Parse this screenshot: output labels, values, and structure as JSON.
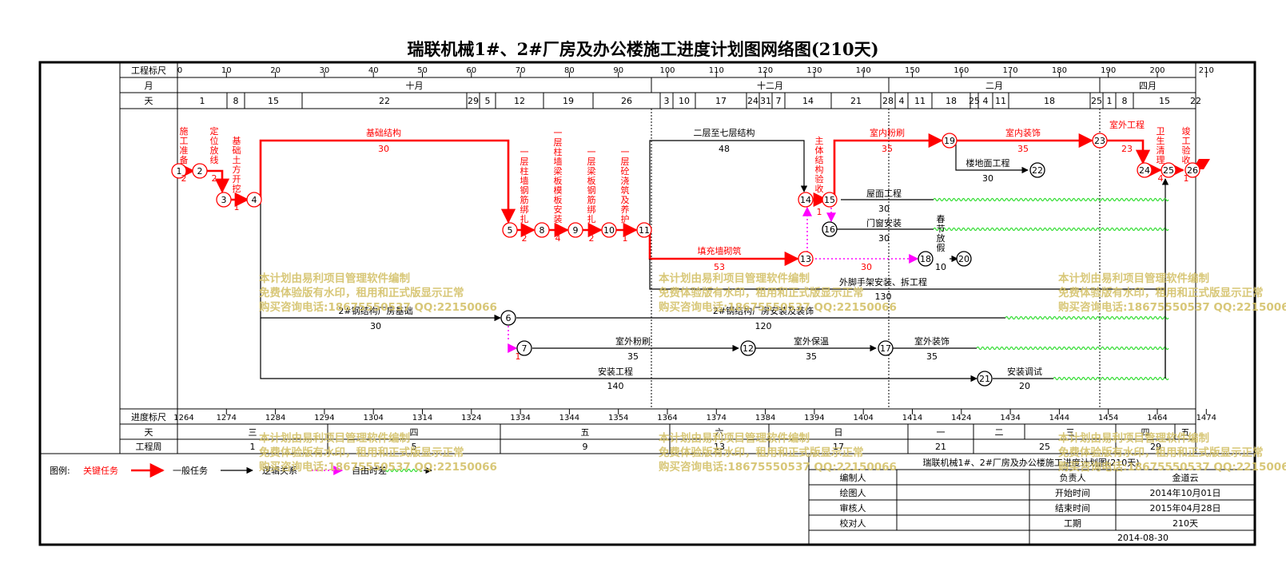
{
  "title": "瑞联机械1#、2#厂房及办公楼施工进度计划图网络图(210天)",
  "top_scale": {
    "label": "工程标尺",
    "ticks": [
      "0",
      "10",
      "20",
      "30",
      "40",
      "50",
      "60",
      "70",
      "80",
      "90",
      "100",
      "110",
      "120",
      "130",
      "140",
      "150",
      "160",
      "170",
      "180",
      "190",
      "200",
      "210"
    ]
  },
  "month_row": {
    "label": "月",
    "months": [
      "十月",
      "十二月",
      "二月",
      "四月"
    ]
  },
  "day_row": {
    "label": "天",
    "days": [
      "1",
      "8",
      "15",
      "22",
      "29",
      "5",
      "12",
      "19",
      "26",
      "3",
      "10",
      "17",
      "24",
      "31",
      "7",
      "14",
      "21",
      "28",
      "4",
      "11",
      "18",
      "25",
      "4",
      "11",
      "18",
      "25",
      "1",
      "8",
      "15",
      "22"
    ]
  },
  "bottom_scale": {
    "label": "进度标尺",
    "ticks": [
      "1264",
      "1274",
      "1284",
      "1294",
      "1304",
      "1314",
      "1324",
      "1334",
      "1344",
      "1354",
      "1364",
      "1374",
      "1384",
      "1394",
      "1404",
      "1414",
      "1424",
      "1434",
      "1444",
      "1454",
      "1464",
      "1474"
    ]
  },
  "weekday_row": {
    "label": "天",
    "days": [
      "三",
      "四",
      "五",
      "六",
      "日",
      "一",
      "二",
      "三",
      "四",
      "五"
    ]
  },
  "week_row": {
    "label": "工程周",
    "weeks": [
      "1",
      "5",
      "9",
      "13",
      "17",
      "21",
      "25",
      "29"
    ]
  },
  "tasks": {
    "t1": {
      "name": "施工准备",
      "dur": "2"
    },
    "t2": {
      "name": "定位放线",
      "dur": "2"
    },
    "t3": {
      "name": "基础土方开挖",
      "dur": "1"
    },
    "t4": {
      "name": "基础结构",
      "dur": "30"
    },
    "t5": {
      "name": "一层柱墙钢筋绑扎",
      "dur": "2"
    },
    "t6": {
      "name": "一层柱墙梁板模板安装",
      "dur": "4"
    },
    "t7": {
      "name": "一层梁板钢筋绑扎",
      "dur": "2"
    },
    "t8": {
      "name": "一层砼浇筑及养护",
      "dur": "1"
    },
    "t9": {
      "name": "二层至七层结构",
      "dur": "48"
    },
    "t10": {
      "name": "主体结构验收",
      "dur": "1"
    },
    "t11": {
      "name": "室内粉刷",
      "dur": "35"
    },
    "t12": {
      "name": "室内装饰",
      "dur": "35"
    },
    "t13": {
      "name": "室外工程",
      "dur": "23"
    },
    "t14": {
      "name": "卫生清理",
      "dur": "4"
    },
    "t15": {
      "name": "竣工验收",
      "dur": "1"
    },
    "t16": {
      "name": "楼地面工程",
      "dur": "30"
    },
    "t17": {
      "name": "屋面工程",
      "dur": "30"
    },
    "t18": {
      "name": "门窗安装",
      "dur": "30"
    },
    "t19": {
      "name": "春节放假",
      "dur": "10"
    },
    "t20": {
      "name": "填充墙砌筑",
      "dur": "53"
    },
    "t21": {
      "name": "外脚手架安装、拆工程",
      "dur": "130"
    },
    "t22": {
      "name": "2#钢结构厂房基础",
      "dur": "30"
    },
    "t23": {
      "name": "2#钢结构厂房安装及装饰",
      "dur": "120"
    },
    "t24": {
      "name": "室外粉刷",
      "dur": "35"
    },
    "t25": {
      "name": "室外保温",
      "dur": "35"
    },
    "t26": {
      "name": "室外装饰",
      "dur": "35"
    },
    "t27": {
      "name": "安装工程",
      "dur": "140"
    },
    "t28": {
      "name": "安装调试",
      "dur": "20"
    },
    "float1": {
      "dur": "30"
    },
    "float2": {
      "dur": "1"
    }
  },
  "nodes": [
    "1",
    "2",
    "3",
    "4",
    "5",
    "6",
    "7",
    "8",
    "9",
    "10",
    "11",
    "12",
    "13",
    "14",
    "15",
    "16",
    "17",
    "18",
    "19",
    "20",
    "21",
    "22",
    "23",
    "24",
    "25",
    "26"
  ],
  "legend": {
    "label": "图例:",
    "critical": "关键任务",
    "general": "一般任务",
    "logic": "逻辑关系",
    "float": "自由时差"
  },
  "info_table": {
    "header": "瑞联机械1#、2#厂房及办公楼施工进度计划图(210天)",
    "rows": [
      {
        "k1": "编制人",
        "v1": "",
        "k2": "负责人",
        "v2": "金道云"
      },
      {
        "k1": "绘图人",
        "v1": "",
        "k2": "开始时间",
        "v2": "2014年10月01日"
      },
      {
        "k1": "审核人",
        "v1": "",
        "k2": "结束时间",
        "v2": "2015年04月28日"
      },
      {
        "k1": "校对人",
        "v1": "",
        "k2": "工期",
        "v2": "210天"
      }
    ],
    "date": "2014-08-30"
  },
  "watermark": {
    "line1": "本计划由易利项目管理软件编制",
    "line2": "免费体验版有水印，租用和正式版显示正常",
    "line3": "购买咨询电话:18675550537 QQ:22150066"
  },
  "colors": {
    "critical": "#ff0000",
    "general": "#000000",
    "float": "#00cc00",
    "logic": "#ff00ff",
    "watermark": "#d4c26a"
  }
}
